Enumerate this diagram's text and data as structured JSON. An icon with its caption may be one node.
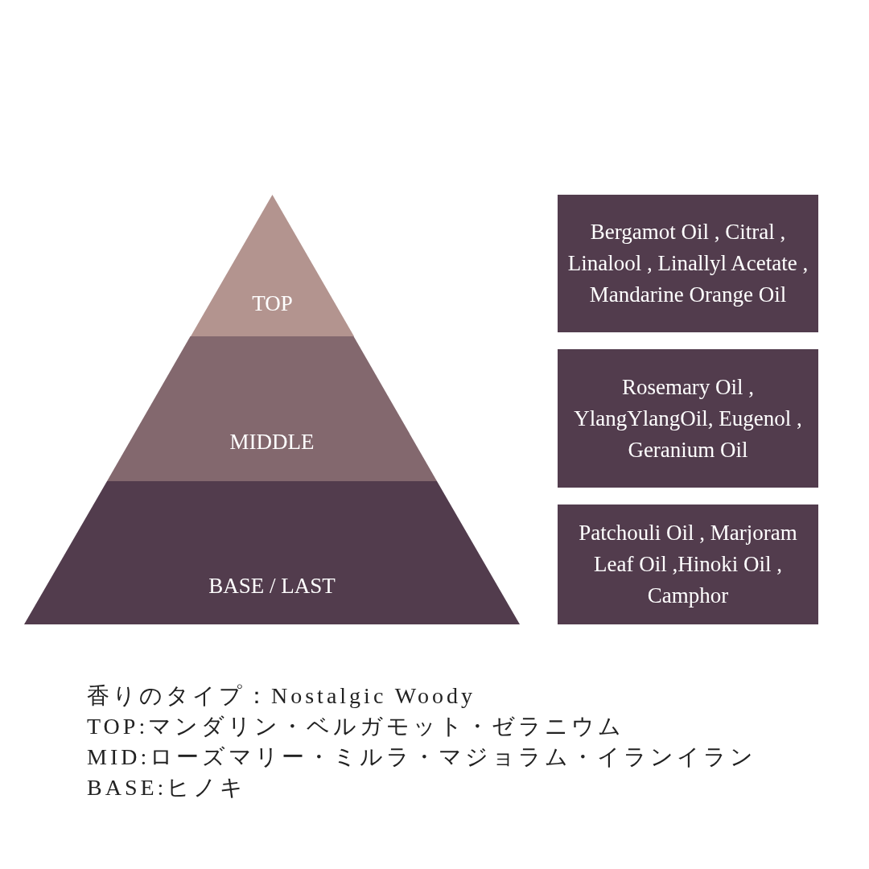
{
  "diagram": {
    "nodes": [
      {
        "text": [
          "TOP"
        ]
      },
      {
        "text": [
          "MIDDLE"
        ]
      },
      {
        "text": [
          "BASE / LAST"
        ]
      },
      {
        "text": [
          "Bergamot Oil , Citral , Linalool , Linallyl Acetate , Mandarine Orange Oil"
        ]
      },
      {
        "text": [
          "Rosemary Oil , YlangYlangOil, Eugenol , Geranium Oil"
        ]
      },
      {
        "text": [
          "Patchouli Oil , Marjoram Leaf Oil ,Hinoki Oil , Camphor"
        ]
      }
    ],
    "edges": [],
    "labels": [
      "香りのタイプ：Nostalgic Woody",
      "TOP:マンダリン・ベルガモット・ゼラニウム",
      "MID:ローズマリー・ミルラ・マジョラム・イランイラン",
      "BASE:ヒノキ"
    ]
  }
}
